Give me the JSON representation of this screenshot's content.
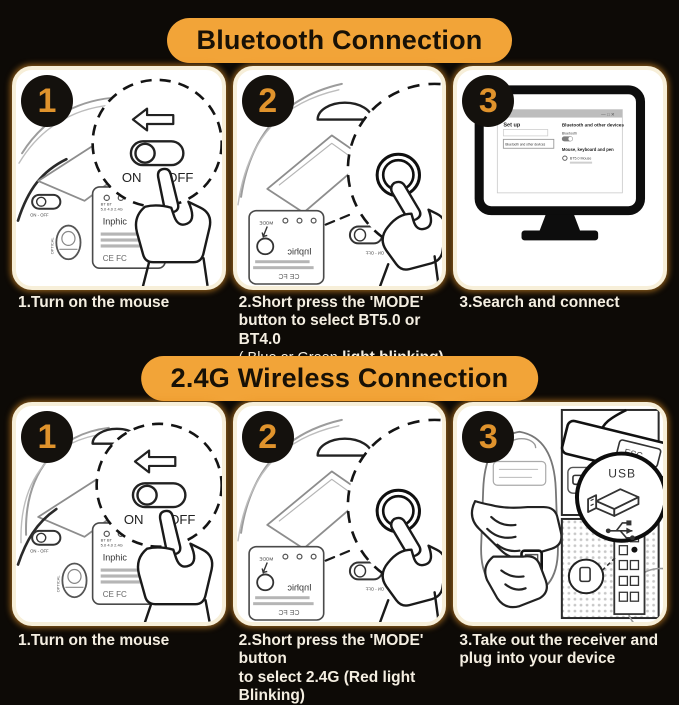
{
  "colors": {
    "accent_orange": "#f2a438",
    "background": "#0d0a06",
    "panel_border": "#f7efd9",
    "badge_background": "#14110d",
    "badge_number": "#e0932c",
    "caption_text": "#f4eee1"
  },
  "sections": [
    {
      "title": "Bluetooth Connection",
      "steps": [
        {
          "num": "1",
          "caption_lines": [
            "1.Turn on the mouse"
          ]
        },
        {
          "num": "2",
          "caption_lines": [
            "2.Short press the 'MODE'",
            "button to select BT5.0 or BT4.0"
          ],
          "caption_tail_normal": "( Blue or Green",
          "caption_tail_bold": " light blinking)"
        },
        {
          "num": "3",
          "caption_lines": [
            "3.Search and connect"
          ]
        }
      ]
    },
    {
      "title": "2.4G Wireless Connection",
      "steps": [
        {
          "num": "1",
          "caption_lines": [
            "1.Turn on the mouse"
          ]
        },
        {
          "num": "2",
          "caption_lines": [
            "2.Short press the 'MODE'  button",
            "to select 2.4G (Red light Blinking)"
          ]
        },
        {
          "num": "3",
          "caption_lines": [
            "3.Take out the receiver and",
            "plug into your device"
          ]
        }
      ]
    }
  ],
  "labels": {
    "on": "ON",
    "off": "OFF",
    "power_switch_small": "ON - OFF",
    "brand": "Inphic",
    "mode": "MODE",
    "optical": "OPTICAL",
    "led_row1": "BT   BT",
    "led_row2": "5.0 4.0 2.4G",
    "certs": "CE  FC",
    "usb": "USB",
    "esc": "ESC"
  },
  "monitor": {
    "controls": "—  □  ✕",
    "left_title": "Set up",
    "left_button": "Bluetooth and other devices",
    "right_title": "Bluetooth and other devices",
    "bluetooth_label": "Bluetooth",
    "devices_heading": "Mouse, keyboard and pen",
    "device_name": "BT5.0 Mouse"
  }
}
